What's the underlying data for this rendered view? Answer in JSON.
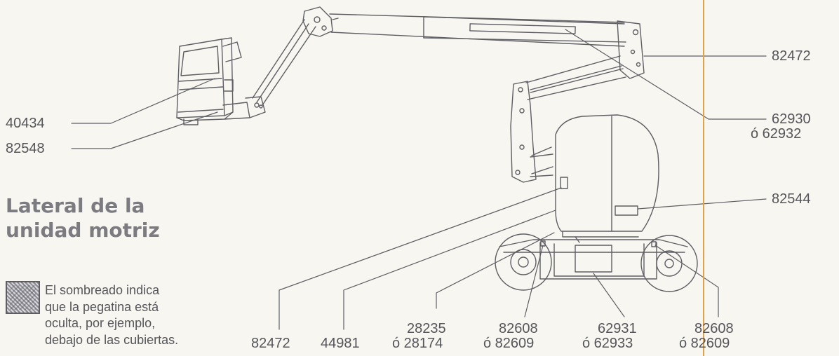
{
  "title": {
    "line1": "Lateral de la",
    "line2": "unidad motriz"
  },
  "legend": {
    "icon": "hatched-square-icon",
    "lines": [
      "El sombreado indica",
      "que la pegatina está",
      "oculta, por ejemplo,",
      "debajo de las cubiertas."
    ]
  },
  "labels": {
    "left_40434": "40434",
    "left_82548": "82548",
    "right_82472": "82472",
    "right_62930_a": "62930",
    "right_62930_b": "ó 62932",
    "right_82544": "82544",
    "bottom_82472": "82472",
    "bottom_44981": "44981",
    "bottom_28235_a": "28235",
    "bottom_28235_b": "ó 28174",
    "bottom_82608_a": "82608",
    "bottom_82608_b": "ó 82609",
    "bottom_62931_a": "62931",
    "bottom_62931_b": "ó 62933",
    "bottom_82608r_a": "82608",
    "bottom_82608r_b": "ó 82609"
  },
  "colors": {
    "line": "#5e5e63",
    "text": "#55555a",
    "title": "#7b7b80",
    "accent": "#e2a24a",
    "background": "#f7f6f1"
  }
}
